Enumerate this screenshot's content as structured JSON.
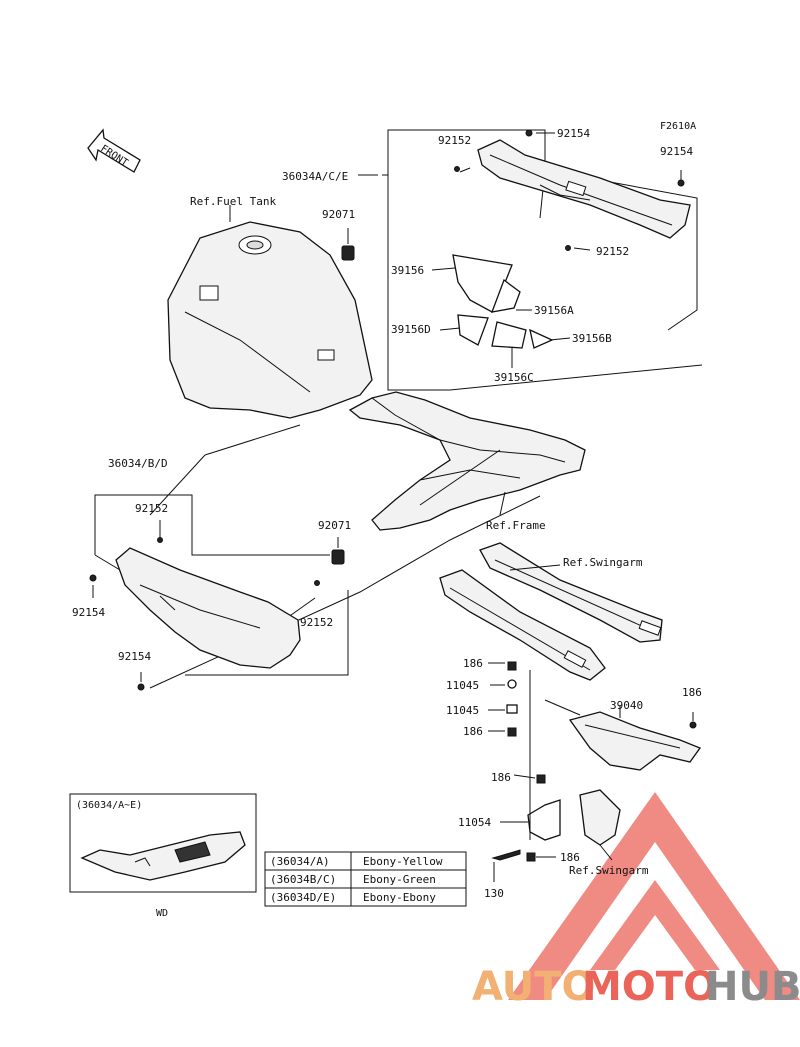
{
  "figure_code": "F2610A",
  "front_label": "FRONT",
  "refs": {
    "fuel_tank": "Ref.Fuel Tank",
    "frame": "Ref.Frame",
    "swingarm_top": "Ref.Swingarm",
    "swingarm_bottom": "Ref.Swingarm"
  },
  "parts": {
    "p36034_ace": "36034A/C/E",
    "p36034_bd": "36034/B/D",
    "p92152_a": "92152",
    "p92152_b": "92152",
    "p92152_c": "92152",
    "p92152_d": "92152",
    "p92154_a": "92154",
    "p92154_b": "92154",
    "p92154_c": "92154",
    "p92154_d": "92154",
    "p92071_a": "92071",
    "p92071_b": "92071",
    "p39156": "39156",
    "p39156A": "39156A",
    "p39156B": "39156B",
    "p39156C": "39156C",
    "p39156D": "39156D",
    "p186_a": "186",
    "p186_b": "186",
    "p186_c": "186",
    "p186_d": "186",
    "p186_e": "186",
    "p11045_a": "11045",
    "p11045_b": "11045",
    "p39040": "39040",
    "p11054": "11054",
    "p130": "130"
  },
  "inset": {
    "title": "(36034/A~E)",
    "caption": "WD"
  },
  "color_table": [
    {
      "code": "(36034/A)",
      "color": "Ebony-Yellow"
    },
    {
      "code": "(36034B/C)",
      "color": "Ebony-Green"
    },
    {
      "code": "(36034D/E)",
      "color": "Ebony-Ebony"
    }
  ],
  "watermark": {
    "part1": "AUTO",
    "part2": "MOTO",
    "part3": "HUB",
    "colors": {
      "auto": "#f0a35a",
      "moto": "#e8493d",
      "hub": "#777777",
      "triangle": "#e8493d"
    }
  }
}
